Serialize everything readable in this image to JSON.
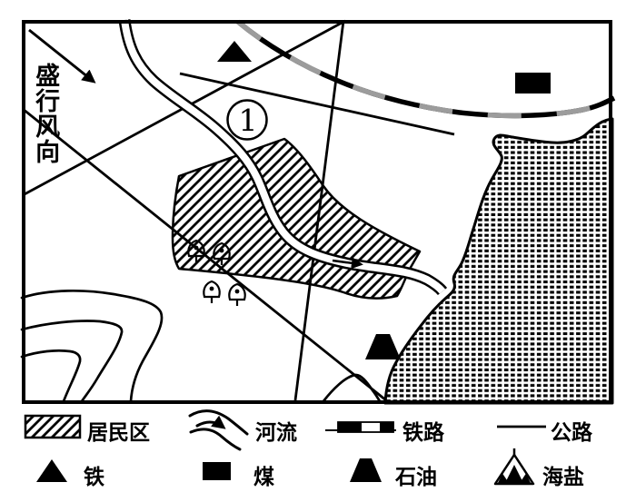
{
  "map": {
    "wind_direction_label": "盛行风向",
    "area_marker": "1"
  },
  "legend": {
    "residential_label": "居民区",
    "river_label": "河流",
    "railway_label": "铁路",
    "road_label": "公路",
    "iron_label": "铁",
    "coal_label": "煤",
    "oil_label": "石油",
    "sea_salt_label": "海盐"
  },
  "icons": {
    "wind_arrow": "arrow-right-down",
    "river_flow_arrow": "arrow-right",
    "iron": "filled-triangle",
    "coal": "filled-rectangle",
    "oil": "filled-trapezoid",
    "sea_salt": "triangle-with-tick",
    "residential": "diagonal-hatch",
    "sea": "black-dash-grid"
  },
  "colors": {
    "ink": "#000000",
    "paper": "#ffffff",
    "railway_gray": "#9c9c9c"
  }
}
